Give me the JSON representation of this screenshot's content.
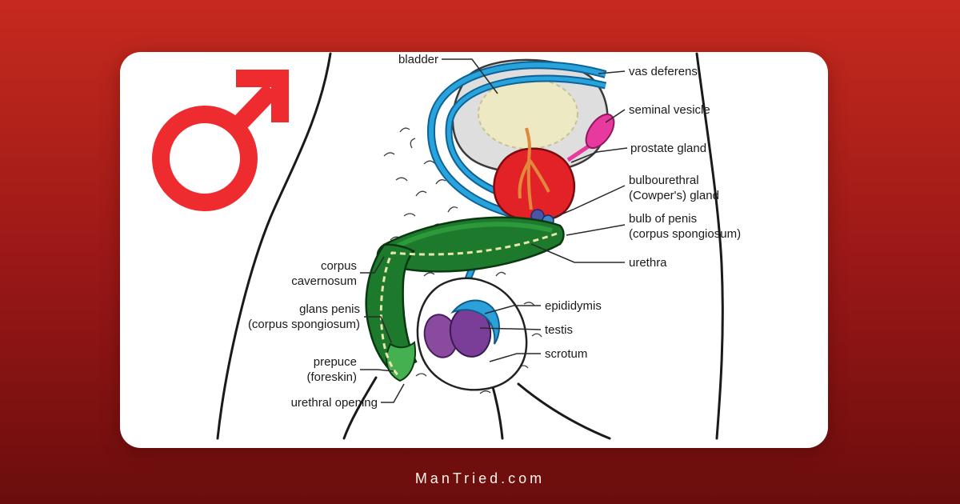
{
  "page": {
    "footer_site": "ManTried.com"
  },
  "colors": {
    "background_top": "#c62a1e",
    "background_bottom": "#6b0d0d",
    "accent_red": "#ee2b2e",
    "card_background": "#ffffff",
    "label_text": "#1a1a1a",
    "footer_text": "#fcf7ed"
  },
  "icons": {
    "male_symbol": "mars-male-symbol-icon"
  },
  "diagram": {
    "labels_left": [
      "bladder",
      "corpus\ncavernosum",
      "glans penis\n(corpus spongiosum)",
      "prepuce\n(foreskin)",
      "urethral opening"
    ],
    "labels_right": [
      "vas deferens",
      "seminal vesicle",
      "prostate gland",
      "bulbourethral\n(Cowper's) gland",
      "bulb of penis\n(corpus spongiosum)",
      "urethra",
      "epididymis",
      "testis",
      "scrotum"
    ],
    "part_colors": {
      "bladder_wall": "#dedede",
      "bladder_interior": "#ede9c2",
      "vas_deferens": "#29a3dc",
      "seminal_vesicle": "#e8399e",
      "prostate": "#e32227",
      "prostatic_urethra": "#e2883d",
      "bulbourethral_gland": "#4a55a8",
      "corpus_cavernosum": "#1d7a2c",
      "glans": "#45b050",
      "testis": "#7b3e98",
      "epididymis": "#2ba0d9",
      "scrotum": "#ffffff"
    }
  }
}
